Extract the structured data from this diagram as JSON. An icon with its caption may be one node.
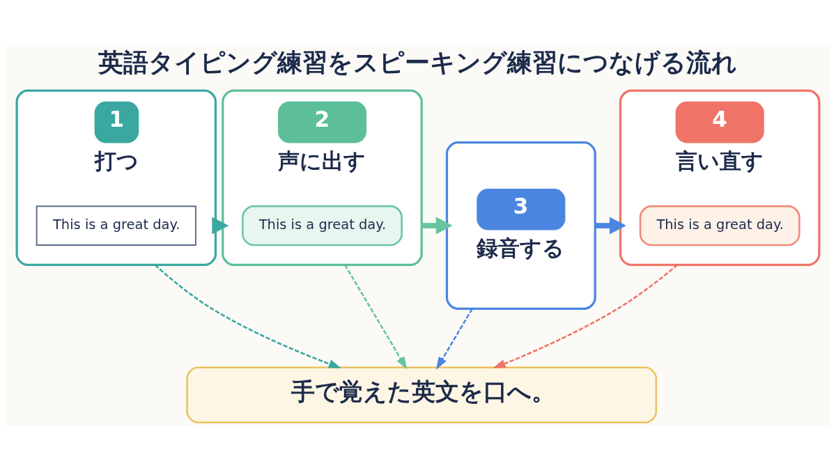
{
  "diagram": {
    "title": "英語タイピング練習をスピーキング練習につなげる流れ",
    "nodes": [
      {
        "text": [
          "1",
          "打つ"
        ]
      },
      {
        "text": [
          "This is a great day."
        ],
        "in": 0
      },
      {
        "text": [
          "2",
          "声に出す"
        ]
      },
      {
        "text": [
          "This is a great day."
        ],
        "in": 2
      },
      {
        "text": [
          "3",
          "録音する"
        ]
      },
      {
        "text": [
          "4",
          "言い直す"
        ]
      },
      {
        "text": [
          "This is a great day."
        ],
        "in": 5
      },
      {
        "text": [
          "手で覚えた英文を口へ。"
        ]
      }
    ],
    "edges": [
      {
        "from": 0,
        "to": 2,
        "arrow": "to",
        "style": "thick",
        "color": "#3aa8a0"
      },
      {
        "from": 2,
        "to": 4,
        "arrow": "to",
        "style": "thick",
        "color": "#66c49f"
      },
      {
        "from": 4,
        "to": 5,
        "arrow": "to",
        "style": "thick",
        "color": "#4a86e0"
      },
      {
        "from": 0,
        "to": 7,
        "arrow": "to",
        "style": "dashed",
        "color": "#3aa8a0"
      },
      {
        "from": 2,
        "to": 7,
        "arrow": "to",
        "style": "dashed",
        "color": "#66c49f"
      },
      {
        "from": 4,
        "to": 7,
        "arrow": "to",
        "style": "dashed",
        "color": "#4a86e0"
      },
      {
        "from": 5,
        "to": 7,
        "arrow": "to",
        "style": "dashed",
        "color": "#ef7467"
      }
    ]
  }
}
